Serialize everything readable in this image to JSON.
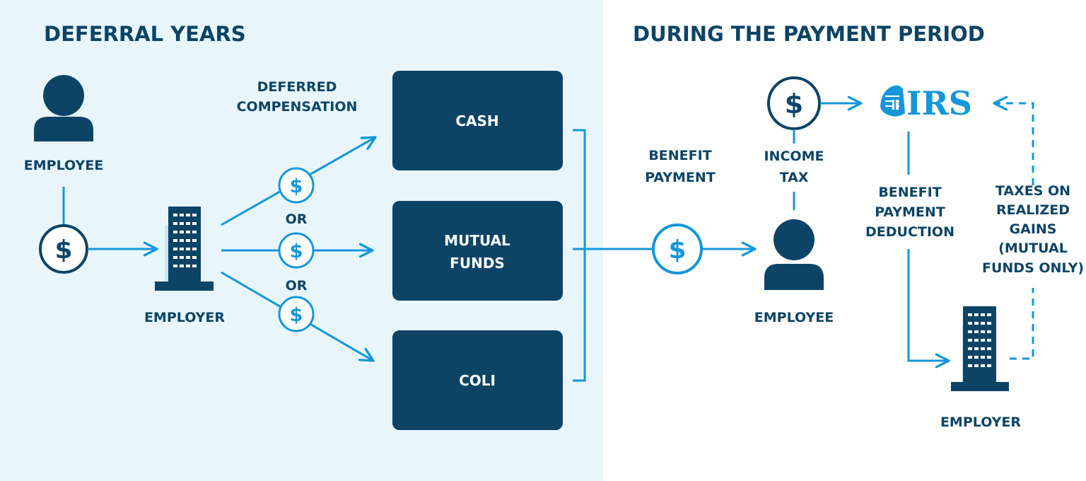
{
  "colors": {
    "navy": "#0d4466",
    "blue": "#1596d9",
    "panel": "#e8f6fc",
    "accent": "#c6e9f7",
    "white": "#ffffff"
  },
  "deferral": {
    "title": "DEFERRAL YEARS",
    "employee_label": "EMPLOYEE",
    "employer_label": "EMPLOYER",
    "deferred_line1": "DEFERRED",
    "deferred_line2": "COMPENSATION",
    "or_label_1": "OR",
    "or_label_2": "OR",
    "boxes": {
      "cash": "CASH",
      "mutual_line1": "MUTUAL",
      "mutual_line2": "FUNDS",
      "coli": "COLI"
    }
  },
  "payment": {
    "title": "DURING THE PAYMENT PERIOD",
    "benefit_payment_line1": "BENEFIT",
    "benefit_payment_line2": "PAYMENT",
    "income_tax_line1": "INCOME",
    "income_tax_line2": "TAX",
    "employee_label": "EMPLOYEE",
    "employer_label": "EMPLOYER",
    "irs_label": "IRS",
    "deduction_line1": "BENEFIT",
    "deduction_line2": "PAYMENT",
    "deduction_line3": "DEDUCTION",
    "taxes_line1": "TAXES ON",
    "taxes_line2": "REALIZED",
    "taxes_line3": "GAINS",
    "taxes_line4": "(MUTUAL",
    "taxes_line5": "FUNDS ONLY)"
  },
  "icons": {
    "dollar_symbol": "$"
  }
}
